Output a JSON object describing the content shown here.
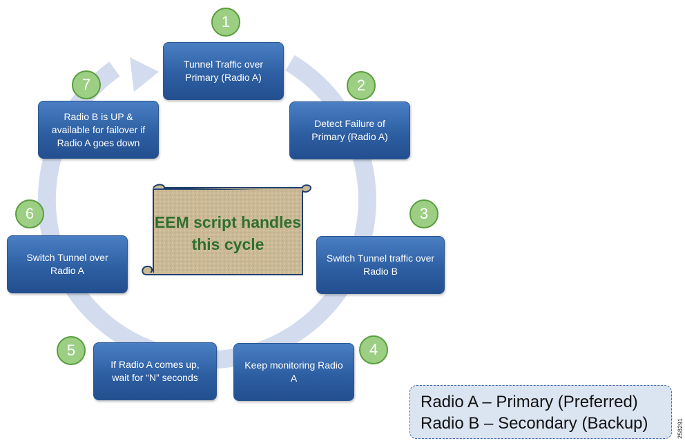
{
  "diagram": {
    "center_text": "EEM script handles this cycle",
    "steps": [
      {
        "number": "1",
        "text": "Tunnel Traffic over Primary (Radio A)"
      },
      {
        "number": "2",
        "text": "Detect Failure of Primary (Radio A)"
      },
      {
        "number": "3",
        "text": "Switch Tunnel traffic over Radio B"
      },
      {
        "number": "4",
        "text": "Keep monitoring Radio A"
      },
      {
        "number": "5",
        "text": "If Radio A comes up, wait for “N” seconds"
      },
      {
        "number": "6",
        "text": "Switch Tunnel over Radio A"
      },
      {
        "number": "7",
        "text": "Radio B is UP & available for failover if Radio A goes down"
      }
    ],
    "legend": {
      "line1": "Radio A – Primary (Preferred)",
      "line2": "Radio B – Secondary (Backup)"
    },
    "figure_id": "258291"
  },
  "colors": {
    "ring": "#d3dcee",
    "step_fill": "#2e5fa3",
    "badge_fill": "#9ccf83",
    "badge_border": "#5a9e3f",
    "scroll_fill": "#c9b89a",
    "center_text": "#2f6f2f",
    "legend_fill": "#dbe4f1",
    "legend_border": "#3e6aa6"
  }
}
